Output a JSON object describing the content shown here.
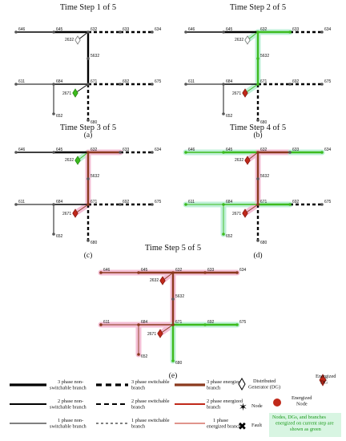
{
  "panels": [
    {
      "title": "Time Step 1 of 5",
      "caption": "(a)"
    },
    {
      "title": "Time Step 2 of 5",
      "caption": "(b)"
    },
    {
      "title": "Time Step 3 of 5",
      "caption": "(c)"
    },
    {
      "title": "Time Step 4 of 5",
      "caption": "(d)"
    },
    {
      "title": "Time Step 5 of 5",
      "caption": "(e)"
    }
  ],
  "nodes": [
    "646",
    "645",
    "632",
    "633",
    "634",
    "2632",
    "5632",
    "611",
    "684",
    "671",
    "692",
    "675",
    "2671",
    "652",
    "680"
  ],
  "colors": {
    "energized": "#8b3a1e",
    "newly_energized": "#3dbb1e",
    "glow_energized": "#f4bfd6",
    "glow_new": "#bff0d8",
    "dg": "#c0291a",
    "dg_new": "#8b3a1e"
  },
  "legend": {
    "three_phase_nonswitchable": "3 phase non-switchable branch",
    "three_phase_switchable": "3 phase switchable branch",
    "three_phase_energized": "3 phase energized branch",
    "two_phase_nonswitchable": "2 phase non-switchable branch",
    "two_phase_switchable": "2 phase switchable branch",
    "two_phase_energized": "2 phase energized branch",
    "one_phase_nonswitchable": "1 phase non-switchable branch",
    "one_phase_switchable": "1 phase switchable branch",
    "one_phase_energized": "1 phase energized branch",
    "dg": "Distributed Generator (DG)",
    "energized_dg": "Energized DG",
    "node": "Node",
    "energized_node": "Energized Node",
    "fault": "Fault",
    "note": "Nodes, DGs, and branches energized on current step are shown as green"
  }
}
